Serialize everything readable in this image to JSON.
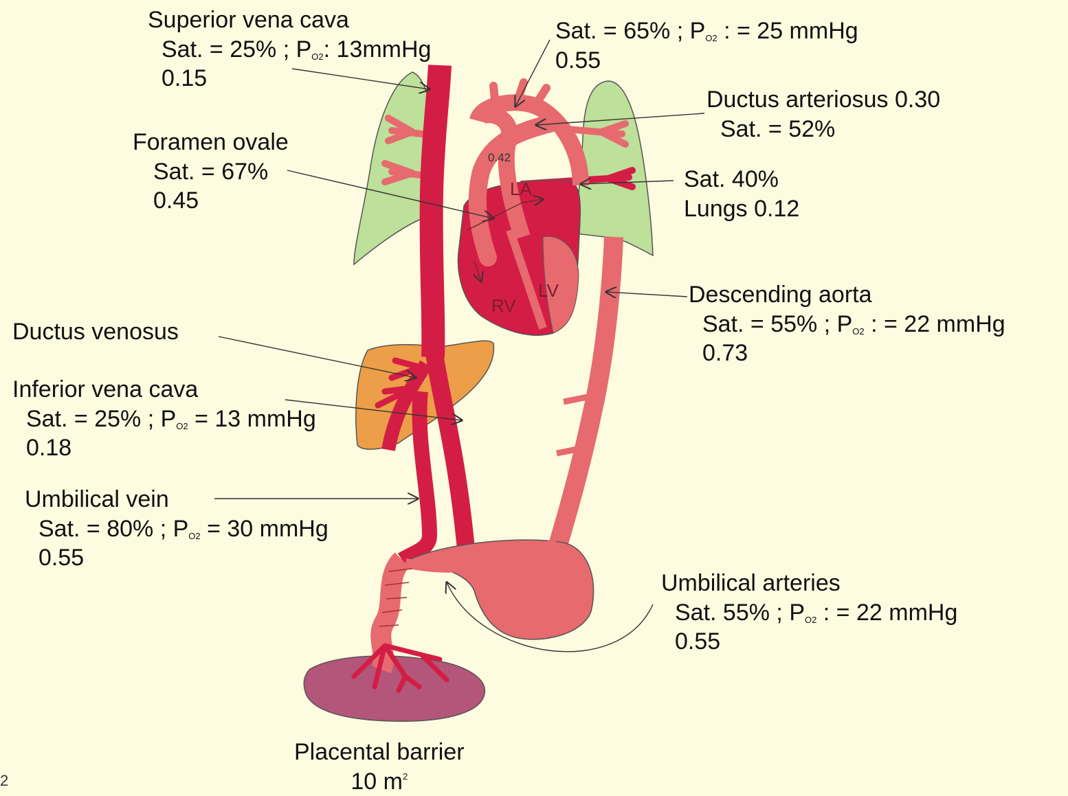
{
  "labels": {
    "svc": {
      "title": "Superior vena cava",
      "sat_prefix": "Sat. = 25%  ; P",
      "sat_sub": "O2",
      "sat_suffix": ": 13mmHg",
      "value": "0.15"
    },
    "aortic_arch": {
      "sat_prefix": "Sat. = 65%  ; P",
      "sat_sub": "O2",
      "sat_suffix": " : = 25 mmHg",
      "value": "0.55"
    },
    "ductus_arteriosus": {
      "title": "Ductus arteriosus 0.30",
      "sat": "Sat. = 52%"
    },
    "foramen_ovale": {
      "title": "Foramen ovale",
      "sat": "Sat. = 67%",
      "value": "0.45"
    },
    "lungs": {
      "sat": "Sat. 40%",
      "title": "Lungs 0.12"
    },
    "descending_aorta": {
      "title": "Descending aorta",
      "sat_prefix": "Sat. = 55%   ; P",
      "sat_sub": "O2",
      "sat_suffix": " : = 22 mmHg",
      "value": "0.73"
    },
    "ductus_venosus": {
      "title": "Ductus venosus"
    },
    "ivc": {
      "title": "Inferior vena cava",
      "sat_prefix": "Sat. = 25%  ; P",
      "sat_sub": "O2",
      "sat_suffix": " = 13 mmHg",
      "value": "0.18"
    },
    "umbilical_vein": {
      "title": "Umbilical vein",
      "sat_prefix": "Sat. = 80% ; P",
      "sat_sub": "O2",
      "sat_suffix": " = 30 mmHg",
      "value": "0.55"
    },
    "umbilical_arteries": {
      "title": "Umbilical arteries",
      "sat_prefix": "Sat. 55%   ; P",
      "sat_sub": "O2",
      "sat_suffix": " : = 22 mmHg",
      "value": "0.55"
    },
    "placenta": {
      "title": "Placental barrier",
      "area": "10 m",
      "area_sup": "2"
    }
  },
  "chambers": {
    "la": "LA",
    "lv": "LV",
    "rv": "RV"
  },
  "shunt_value": "0.42",
  "page_number": "2",
  "colors": {
    "background": "#fdfbe0",
    "oxygenated_vessel": "#d41d45",
    "mixed_vessel": "#e66a6e",
    "lung": "#bde09a",
    "liver": "#ec9e48",
    "placenta": "#b4557a",
    "outline": "#6a2a2a"
  }
}
